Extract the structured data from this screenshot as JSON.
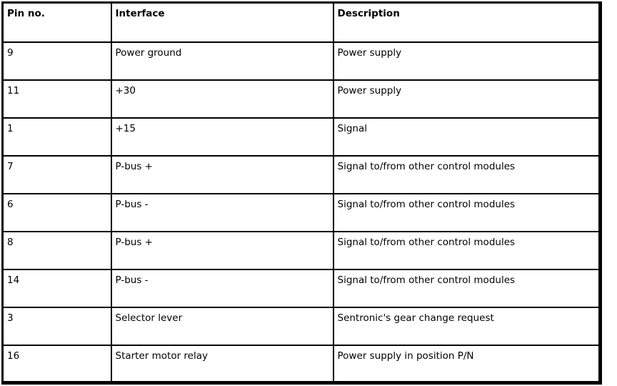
{
  "colors": {
    "background": "#ffffff",
    "border": "#000000",
    "text": "#000000"
  },
  "table": {
    "columns": [
      "Pin no.",
      "Interface",
      "Description"
    ],
    "rows": [
      [
        "9",
        "Power ground",
        "Power supply"
      ],
      [
        "11",
        "+30",
        "Power supply"
      ],
      [
        "1",
        "+15",
        "Signal"
      ],
      [
        "7",
        "P-bus +",
        "Signal to/from other control modules"
      ],
      [
        "6",
        "P-bus -",
        "Signal to/from other control modules"
      ],
      [
        "8",
        "P-bus +",
        "Signal to/from other control modules"
      ],
      [
        "14",
        "P-bus -",
        "Signal to/from other control modules"
      ],
      [
        "3",
        "Selector lever",
        "Sentronic's gear change request"
      ],
      [
        "16",
        "Starter motor relay",
        "Power supply in position P/N"
      ]
    ]
  }
}
